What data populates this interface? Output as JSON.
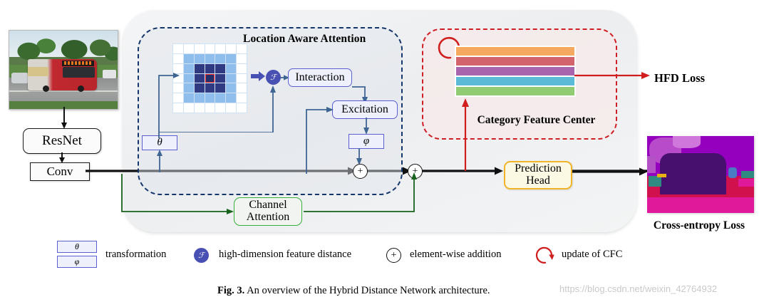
{
  "figure": {
    "caption_prefix": "Fig. 3.",
    "caption_text": "An overview of the Hybrid Distance Network architecture.",
    "watermark": "https://blog.csdn.net/weixin_42764932"
  },
  "pipeline": {
    "input_image_alt": "street scene with red city bus",
    "resnet_label": "ResNet",
    "conv_label": "Conv",
    "prediction_head_line1": "Prediction",
    "prediction_head_line2": "Head",
    "output_image_alt": "semantic segmentation map of bus scene",
    "output_loss_label": "Cross-entropy Loss"
  },
  "location_aware_attention": {
    "title": "Location Aware Attention",
    "theta_label": "θ",
    "phi_label": "φ",
    "f_label": "ℱ",
    "interaction_label": "Interaction",
    "excitation_label": "Excitation",
    "border_color": "#15366b",
    "grid": {
      "rows": 7,
      "cols": 7,
      "outer_color": "#ffffff",
      "mid_color": "#8fbdec",
      "inner_color": "#303a82",
      "center_color": "#23306b",
      "center_highlight_color": "#ef1c1c"
    }
  },
  "category_feature_center": {
    "label": "Category Feature Center",
    "border_color": "#cf1f26",
    "update_icon": "circular-arrow",
    "bar_colors": [
      "#f5a860",
      "#d2626c",
      "#a964ae",
      "#5bbad5",
      "#92cc72"
    ],
    "loss_label": "HFD Loss"
  },
  "channel_attention": {
    "line1": "Channel",
    "line2": "Attention",
    "border_color": "#35b038"
  },
  "operators": {
    "plus_symbol": "+"
  },
  "legend": [
    {
      "icon": "theta-phi-boxes",
      "symbol_top": "θ",
      "symbol_bottom": "φ",
      "text": "transformation"
    },
    {
      "icon": "f-circle",
      "symbol": "ℱ",
      "text": "high-dimension feature distance"
    },
    {
      "icon": "plus-circle",
      "symbol": "+",
      "text": "element-wise addition"
    },
    {
      "icon": "circular-arrow",
      "symbol": "↺",
      "text": "update of CFC"
    }
  ]
}
